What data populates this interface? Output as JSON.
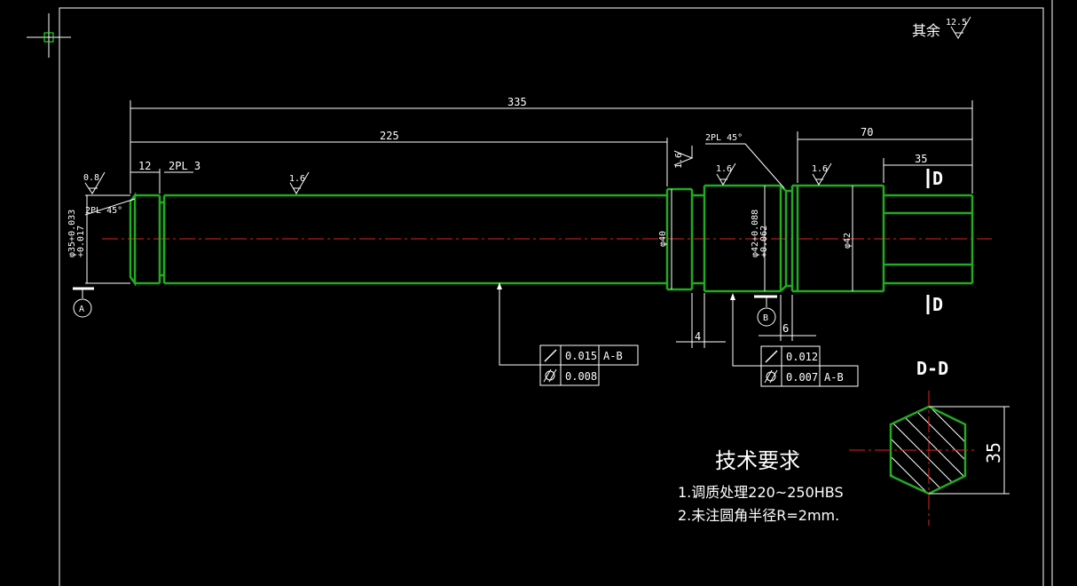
{
  "drawing": {
    "roughness_other": {
      "label": "其余",
      "value": "12.5"
    },
    "dimensions": {
      "overall": "335",
      "shaft_long": "225",
      "right_part": "70",
      "right_end": "35",
      "groove_left": "12",
      "groove_left_spec": "2PL 3",
      "chamfer_left": "2PL 45°",
      "chamfer_right": "2PL 45°",
      "undercut_a": "4",
      "undercut_b": "6",
      "dia_left": "φ35+0.033/+0.017",
      "dia_left_a": "φ35+0.033",
      "dia_left_b": "+0.017",
      "dia_40": "φ40",
      "dia_42_tol": "φ42+0.088/+0.062",
      "dia_42_a": "φ42+0.088",
      "dia_42_b": "+0.062",
      "dia_42": "φ42"
    },
    "roughness": {
      "left_end": "0.8",
      "main_shaft": "1.6",
      "shoulder": "1.6",
      "bearing": "1.6",
      "right_journal": "1.6"
    },
    "datums": {
      "a": "A",
      "b": "B"
    },
    "tolerance_frame_1": {
      "row1": {
        "symbol": "runout-icon",
        "value": "0.015",
        "datum": "A-B"
      },
      "row2": {
        "symbol": "cylindricity-icon",
        "value": "0.008",
        "datum": ""
      }
    },
    "tolerance_frame_2": {
      "row1": {
        "symbol": "runout-icon",
        "value": "0.012",
        "datum": ""
      },
      "row2": {
        "symbol": "cylindricity-icon",
        "value": "0.007",
        "datum": "A-B"
      }
    },
    "section": {
      "label": "D-D",
      "cut_mark": "D",
      "dimension": "35"
    },
    "technical_requirements": {
      "title": "技术要求",
      "items": [
        "1.调质处理220~250HBS",
        "2.未注圆角半径R=2mm."
      ]
    },
    "colors": {
      "background": "#000000",
      "outline": "#22aa22",
      "centerline": "#dd2222",
      "annotation": "#ffffff"
    }
  }
}
